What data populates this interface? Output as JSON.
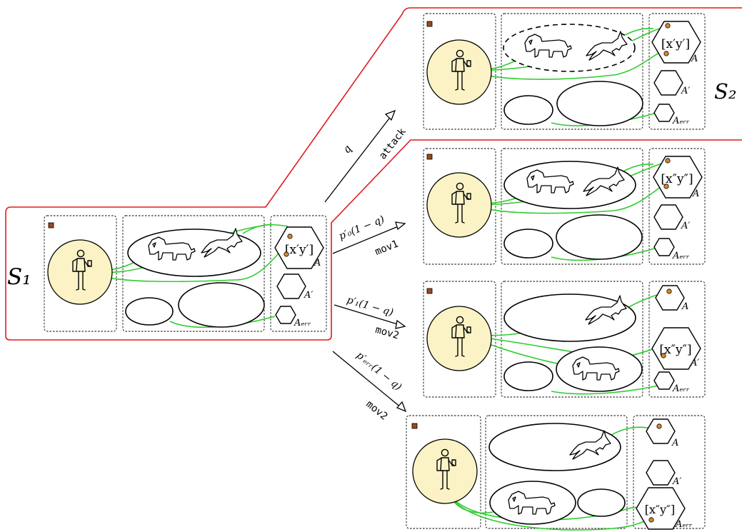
{
  "states": {
    "s1": "S₁",
    "s2": "S₂"
  },
  "transitions": [
    {
      "prob": "q",
      "action": "attack"
    },
    {
      "prob": "p′₀(1 − q)",
      "action": "mov1"
    },
    {
      "prob": "p′₁(1 − q)",
      "action": "mov2"
    },
    {
      "prob": "p′ₑᵣᵣ(1 − q)",
      "action": "mov2"
    }
  ],
  "areas": {
    "a": "A",
    "a_prime": "A′",
    "a_err": "Aₑᵣᵣ"
  },
  "locations": {
    "single_prime": "[x′y′]",
    "double_prime": "[x″y″]"
  },
  "colors": {
    "boundary": "#e31a1c",
    "link": "#2ecc2e",
    "sphere": "#fbf3c6",
    "attacking_animal": "#f5d21a",
    "marker": "#9a4a1c",
    "dot": "#d8872d"
  }
}
